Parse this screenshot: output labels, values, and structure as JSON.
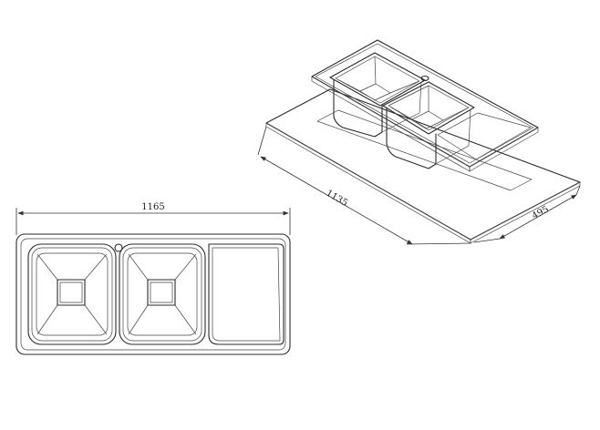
{
  "drawing": {
    "dimensions": {
      "overall_length": "1165",
      "cutout_length": "1135",
      "cutout_width": "495"
    }
  }
}
